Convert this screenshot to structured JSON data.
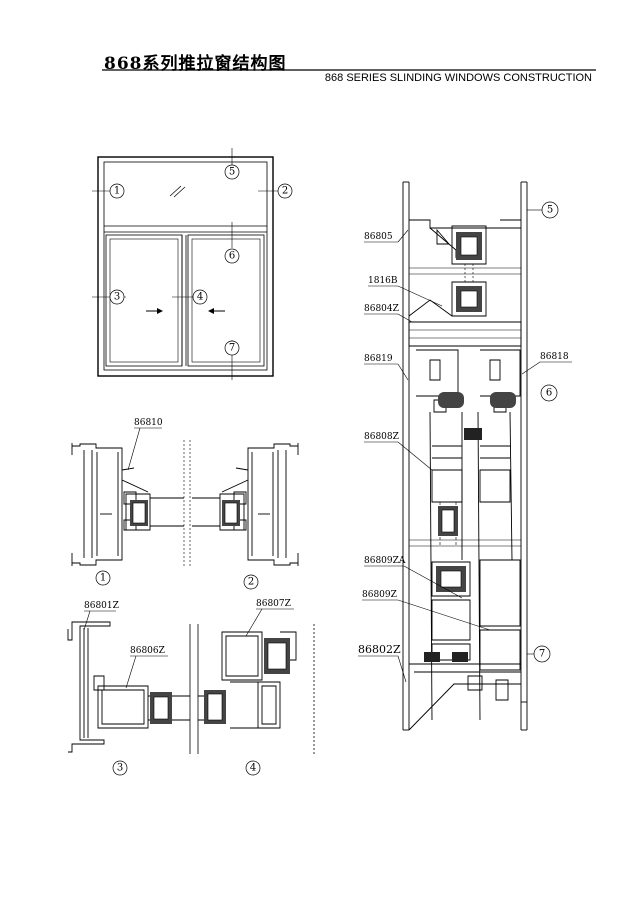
{
  "header": {
    "title_cn": "868系列推拉窗结构图",
    "title_en": "868 SERIES SLINDING WINDOWS CONSTRUCTION"
  },
  "callouts": [
    "1",
    "2",
    "3",
    "4",
    "5",
    "6",
    "7"
  ],
  "parts": {
    "p86810": "86810",
    "p86801Z": "86801Z",
    "p86807Z": "86807Z",
    "p86806Z": "86806Z",
    "p86805": "86805",
    "p1816B": "1816B",
    "p86804Z": "86804Z",
    "p86819": "86819",
    "p86818": "86818",
    "p86808Z": "86808Z",
    "p86809ZA": "86809ZA",
    "p86809Z": "86809Z",
    "p86802Z": "86802Z"
  }
}
